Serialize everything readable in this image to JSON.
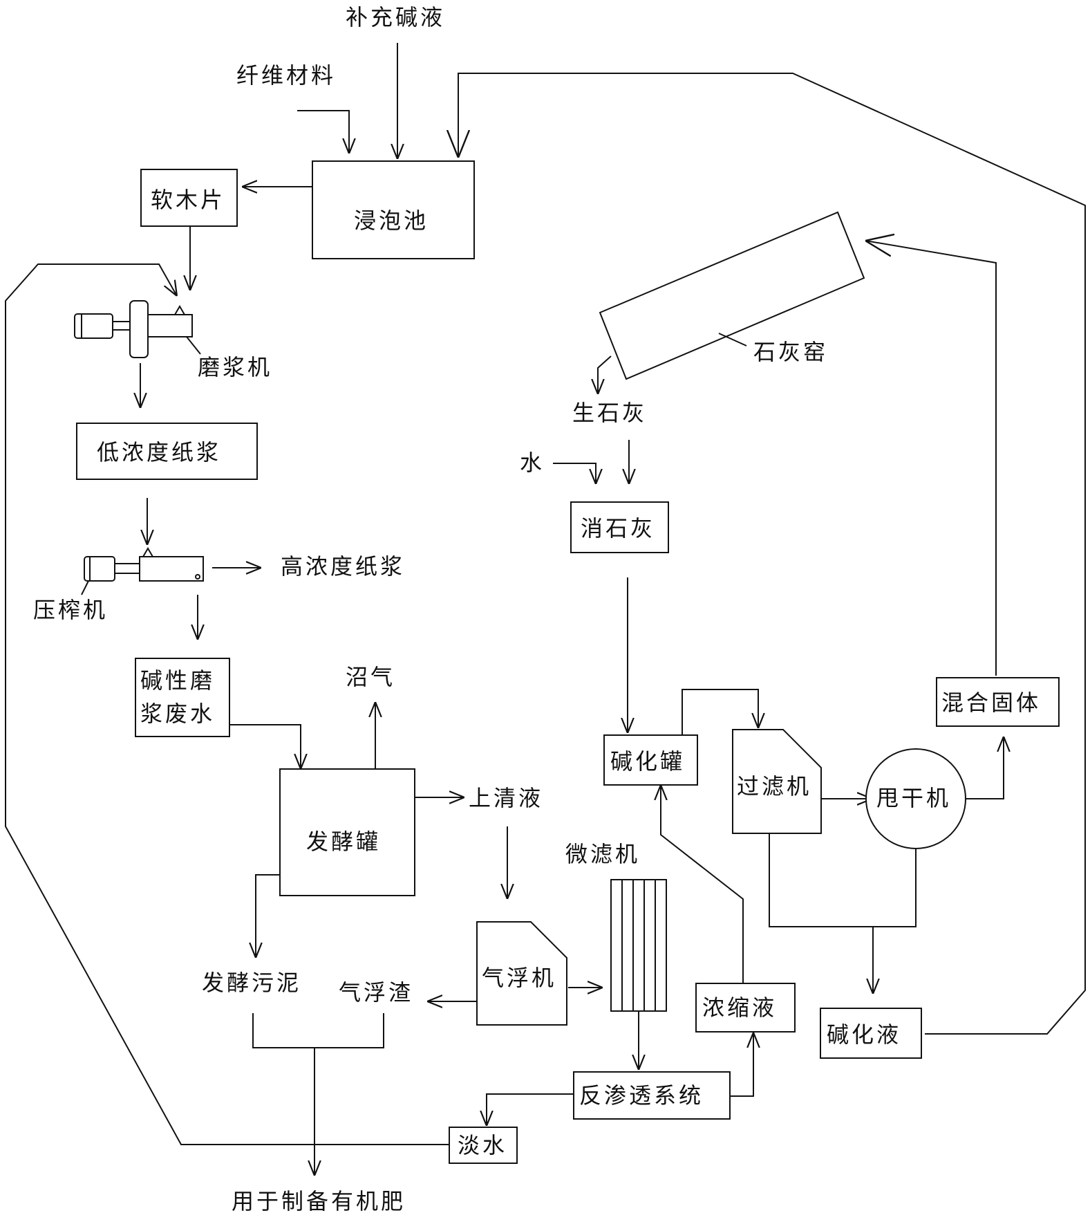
{
  "nodes": {
    "supplement_lye": "补充碱液",
    "fiber_material": "纤维材料",
    "soaking_tank": "浸泡池",
    "softwood_chips": "软木片",
    "refiner": "磨浆机",
    "low_consistency_pulp": "低浓度纸浆",
    "press": "压榨机",
    "high_consistency_pulp": "高浓度纸浆",
    "alkaline_wastewater_line1": "碱性磨",
    "alkaline_wastewater_line2": "浆废水",
    "biogas": "沼气",
    "fermenter": "发酵罐",
    "supernatant": "上清液",
    "microfilter": "微滤机",
    "fermentation_sludge": "发酵污泥",
    "flotation_scum": "气浮渣",
    "flotation_machine": "气浮机",
    "concentrate": "浓缩液",
    "reverse_osmosis": "反渗透系统",
    "fresh_water": "淡水",
    "organic_fertilizer": "用于制备有机肥",
    "lime_kiln": "石灰窑",
    "quicklime": "生石灰",
    "water": "水",
    "slaked_lime": "消石灰",
    "causticizing_tank": "碱化罐",
    "filter": "过滤机",
    "centrifuge": "甩干机",
    "mixed_solids": "混合固体",
    "causticized_liquor": "碱化液"
  }
}
